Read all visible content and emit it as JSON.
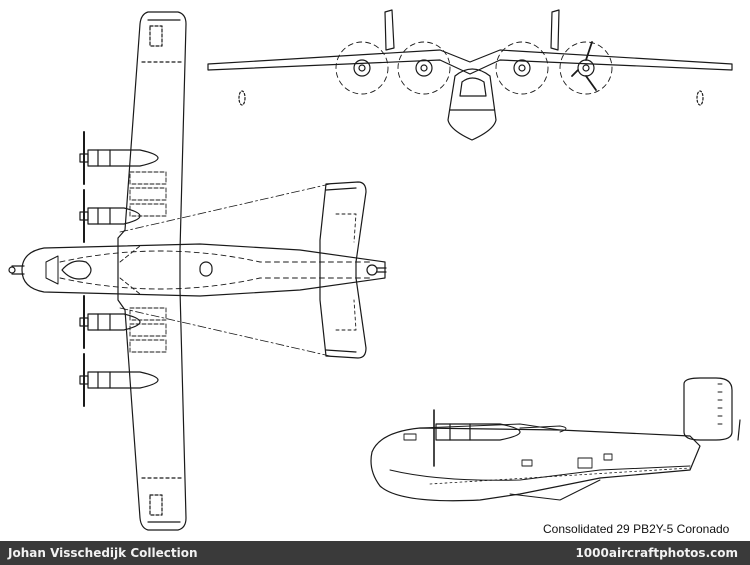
{
  "caption": "Consolidated 29 PB2Y-5 Coronado",
  "footer": {
    "collection": "Johan Visschedijk Collection",
    "site": "1000aircraftphotos.com"
  },
  "views": [
    "top-view",
    "front-view",
    "side-view"
  ],
  "colors": {
    "line": "#1a1a1a",
    "footer_bg": "#3a3a3a",
    "footer_text": "#f2f2f2"
  }
}
